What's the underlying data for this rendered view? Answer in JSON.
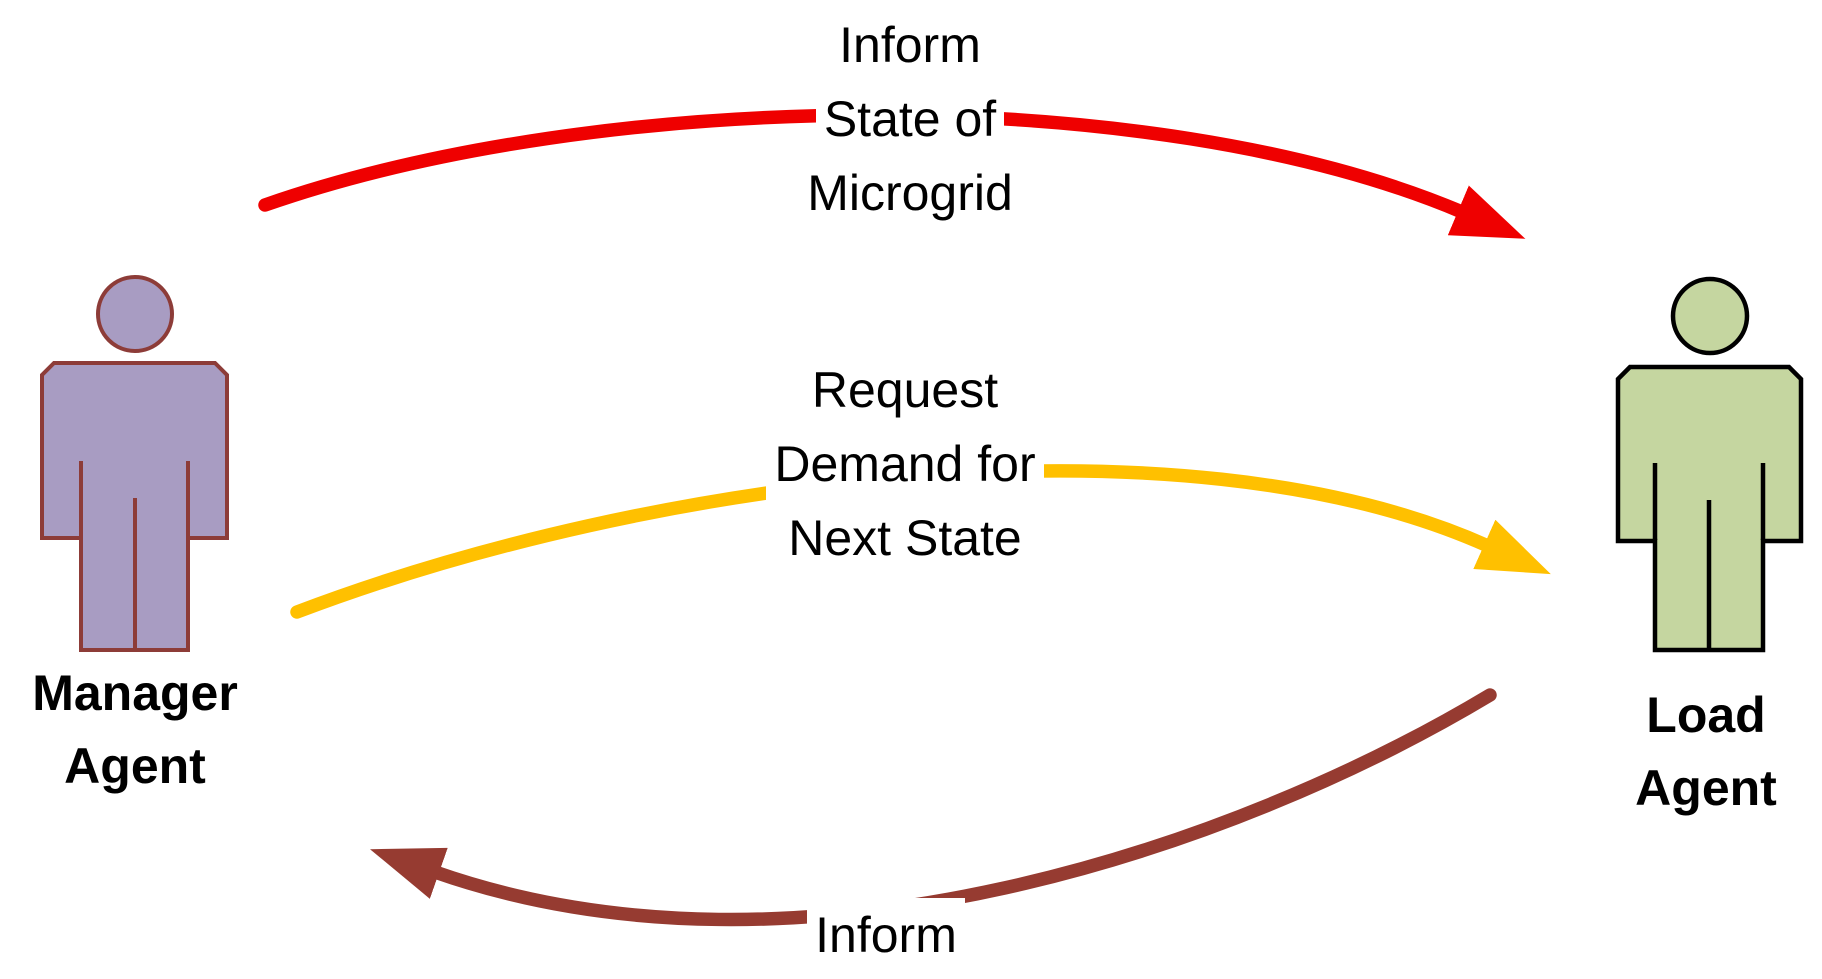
{
  "canvas": {
    "background": "#ffffff",
    "text_color": "#000000"
  },
  "actors": {
    "manager": {
      "name": "Manager Agent",
      "label_lines": [
        "Manager",
        "Agent"
      ],
      "fill": "#a89cc2",
      "outline": "#8d3c38"
    },
    "load": {
      "name": "Load Agent",
      "label_lines": [
        "Load",
        "Agent"
      ],
      "fill": "#c5d6a0",
      "outline": "#000000"
    }
  },
  "messages": {
    "inform_state": {
      "lines": [
        "Inform",
        "State of",
        "Microgrid"
      ],
      "color": "#ef0000",
      "from": "Manager Agent",
      "to": "Load Agent"
    },
    "request_demand": {
      "lines": [
        "Request",
        "Demand for",
        "Next State"
      ],
      "color": "#ffc000",
      "from": "Manager Agent",
      "to": "Load Agent"
    },
    "inform_reply": {
      "lines": [
        "Inform"
      ],
      "color": "#963b31",
      "from": "Load Agent",
      "to": "Manager Agent"
    }
  }
}
